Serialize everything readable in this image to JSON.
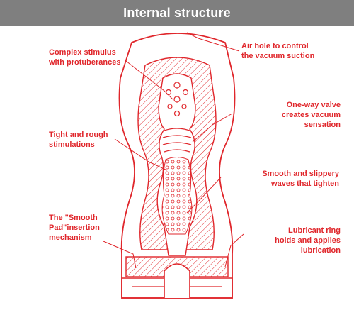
{
  "header": {
    "title": "Internal structure"
  },
  "colors": {
    "header_bg": "#7f7f7f",
    "header_text": "#ffffff",
    "accent": "#e0262b",
    "hatch": "#e0262b",
    "background": "#ffffff"
  },
  "labels": {
    "complex": "Complex stimulus\nwith protuberances",
    "air_hole": "Air hole to control\nthe vacuum suction",
    "valve": "One-way valve\ncreates vacuum\nsensation",
    "tight": "Tight and rough\nstimulations",
    "smooth_waves": "Smooth and slippery\nwaves that tighten",
    "smooth_pad": "The \"Smooth\nPad\"insertion\nmechanism",
    "lubricant": "Lubricant ring\nholds and applies\nlubrication"
  }
}
